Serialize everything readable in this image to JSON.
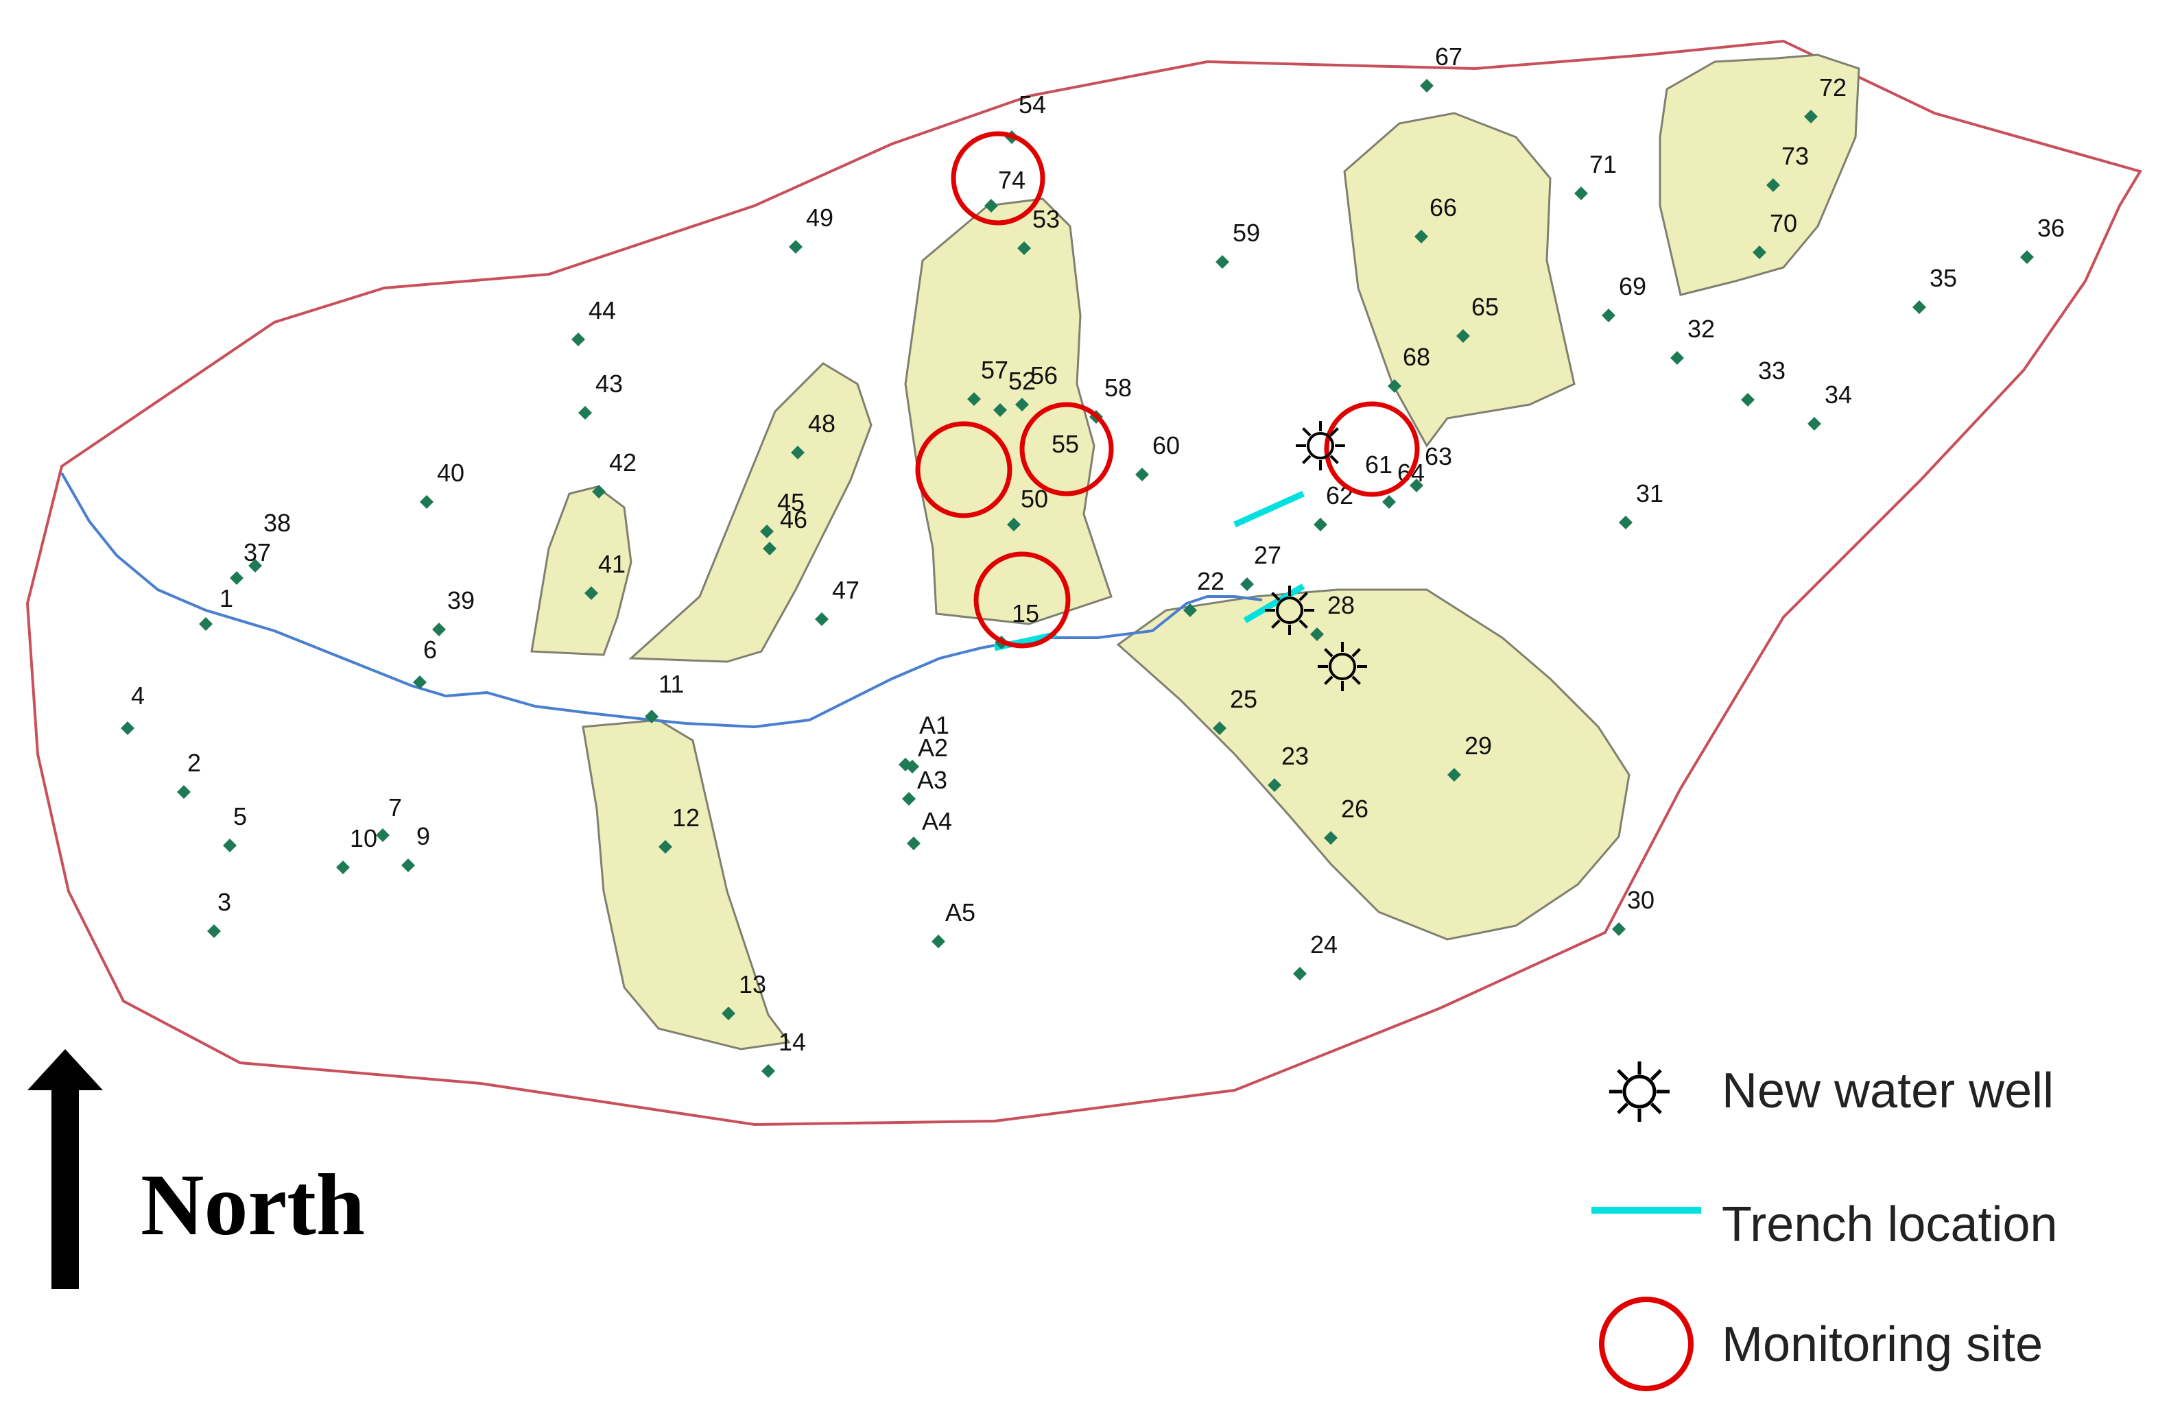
{
  "colors": {
    "boundary": "#c8505a",
    "stream": "#4a7fd0",
    "zone_fill": "#eeeebb",
    "zone_stroke": "#808070",
    "point": "#1e7a55",
    "trench": "#00e0e0",
    "monitoring": "#e00000",
    "well": "#000000"
  },
  "points": [
    {
      "id": "1"
    },
    {
      "id": "2"
    },
    {
      "id": "3"
    },
    {
      "id": "4"
    },
    {
      "id": "5"
    },
    {
      "id": "6"
    },
    {
      "id": "7"
    },
    {
      "id": "9"
    },
    {
      "id": "10"
    },
    {
      "id": "11"
    },
    {
      "id": "12"
    },
    {
      "id": "13"
    },
    {
      "id": "14"
    },
    {
      "id": "15"
    },
    {
      "id": "22"
    },
    {
      "id": "23"
    },
    {
      "id": "24"
    },
    {
      "id": "25"
    },
    {
      "id": "26"
    },
    {
      "id": "27"
    },
    {
      "id": "28"
    },
    {
      "id": "29"
    },
    {
      "id": "30"
    },
    {
      "id": "31"
    },
    {
      "id": "32"
    },
    {
      "id": "33"
    },
    {
      "id": "34"
    },
    {
      "id": "35"
    },
    {
      "id": "36"
    },
    {
      "id": "37"
    },
    {
      "id": "38"
    },
    {
      "id": "39"
    },
    {
      "id": "40"
    },
    {
      "id": "41"
    },
    {
      "id": "42"
    },
    {
      "id": "43"
    },
    {
      "id": "44"
    },
    {
      "id": "45"
    },
    {
      "id": "46"
    },
    {
      "id": "47"
    },
    {
      "id": "48"
    },
    {
      "id": "49"
    },
    {
      "id": "50"
    },
    {
      "id": "52"
    },
    {
      "id": "53"
    },
    {
      "id": "54"
    },
    {
      "id": "55"
    },
    {
      "id": "56"
    },
    {
      "id": "57"
    },
    {
      "id": "58"
    },
    {
      "id": "59"
    },
    {
      "id": "60"
    },
    {
      "id": "61"
    },
    {
      "id": "62"
    },
    {
      "id": "63"
    },
    {
      "id": "64"
    },
    {
      "id": "65"
    },
    {
      "id": "66"
    },
    {
      "id": "67"
    },
    {
      "id": "68"
    },
    {
      "id": "69"
    },
    {
      "id": "70"
    },
    {
      "id": "71"
    },
    {
      "id": "72"
    },
    {
      "id": "73"
    },
    {
      "id": "74"
    },
    {
      "id": "A1"
    },
    {
      "id": "A2"
    },
    {
      "id": "A3"
    },
    {
      "id": "A4"
    },
    {
      "id": "A5"
    }
  ],
  "legend": {
    "well_label": "New water well",
    "trench_label": "Trench location",
    "monitoring_label": "Monitoring site"
  },
  "north_label": "North"
}
